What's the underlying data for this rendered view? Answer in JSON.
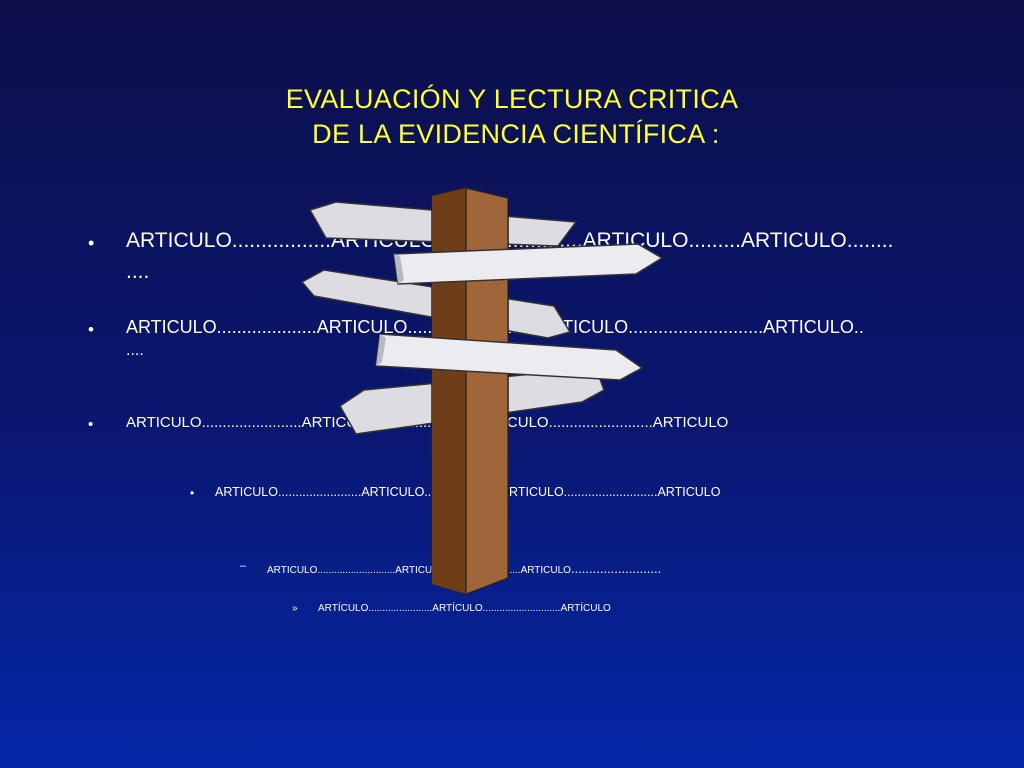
{
  "title": {
    "line1": "EVALUACIÓN Y LECTURA CRITICA",
    "line2": " DE LA EVIDENCIA CIENTÍFICA :"
  },
  "items": [
    {
      "bullet": "•",
      "text": "ARTICULO.................ARTICULO.........................ARTICULO.........ARTICULO........",
      "continuation": "...."
    },
    {
      "bullet": "•",
      "text": "ARTICULO....................ARTICULO..........................ARTICULO...........................ARTICULO..",
      "continuation": "...."
    },
    {
      "bullet": "•",
      "text": "ARTICULO........................ARTICULO.......................ARTICULO.........................ARTICULO"
    },
    {
      "bullet": "•",
      "text": "ARTICULO........................ARTICULO......................ARTICULO...........................ARTICULO"
    },
    {
      "bullet": "–",
      "text": "ARTICULO............................ARTICULO...........................ARTICULO",
      "tail": "........................."
    },
    {
      "bullet": "»",
      "text": "ARTÍCULO.......................ARTÍCULO............................ARTÍCULO"
    }
  ],
  "signpost": {
    "icon": "signpost-icon",
    "wood": "#9a6032",
    "board": "#e8e8ec"
  }
}
